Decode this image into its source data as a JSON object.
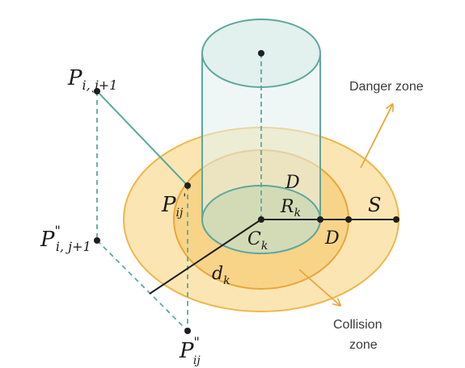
{
  "labels": {
    "p_top_main": "P",
    "p_top_sub": "i, j+1",
    "p_proj_main": "P",
    "p_proj_sup": "\"",
    "p_proj_sub": "i, j+1",
    "p_ij_main": "P",
    "p_ij_sub": "ij",
    "p_ij_sup": "'",
    "p_ijpp_main": "P",
    "p_ijpp_sup": "\"",
    "p_ijpp_sub": "ij",
    "d_upper": "D",
    "r_main": "R",
    "r_sub": "k",
    "s": "S",
    "c_main": "C",
    "c_sub": "k",
    "d_lower": "D",
    "dk_main": "d",
    "dk_sub": "k"
  },
  "zones": {
    "danger": "Danger zone",
    "collision_line1": "Collision",
    "collision_line2": "zone"
  },
  "colors": {
    "outer_ring": "#fbe6b3",
    "outer_ring_stroke": "#f0b74a",
    "inner_ring": "#f8d489",
    "inner_ring_stroke": "#eaa63a",
    "base_disc": "#cfd9b4",
    "cylinder_fill": "#e2f0ee",
    "cylinder_stroke": "#5fa79c",
    "dashed": "#5fa79c",
    "arrow": "#eaa63a",
    "line": "#1f1f1f"
  }
}
